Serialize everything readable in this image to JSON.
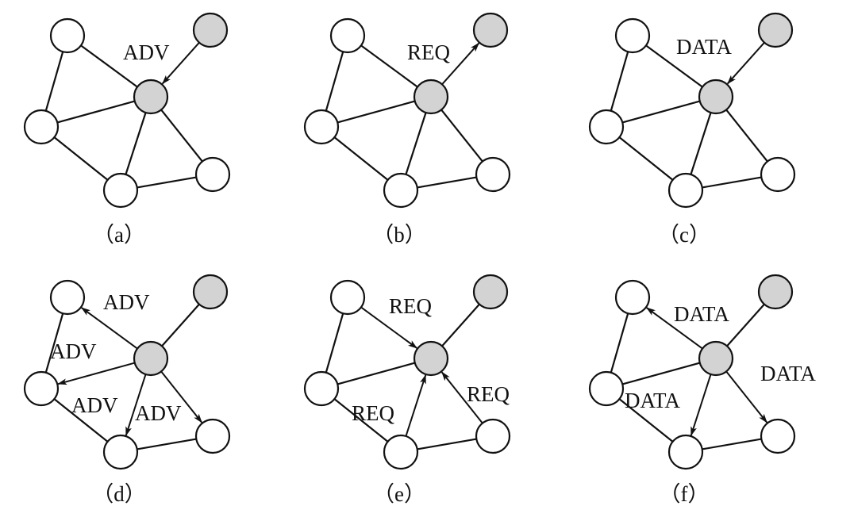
{
  "colors": {
    "stroke": "#111111",
    "node_fill": "#ffffff",
    "highlight_fill": "#d3d3d3"
  },
  "panels": [
    {
      "caption": "（a）",
      "labels": [
        "ADV"
      ]
    },
    {
      "caption": "（b）",
      "labels": [
        "REQ"
      ]
    },
    {
      "caption": "（c）",
      "labels": [
        "DATA"
      ]
    },
    {
      "caption": "（d）",
      "labels": [
        "ADV",
        "ADV",
        "ADV",
        "ADV"
      ]
    },
    {
      "caption": "（e）",
      "labels": [
        "REQ",
        "REQ",
        "REQ"
      ]
    },
    {
      "caption": "（f）",
      "labels": [
        "DATA",
        "DATA",
        "DATA"
      ]
    }
  ]
}
